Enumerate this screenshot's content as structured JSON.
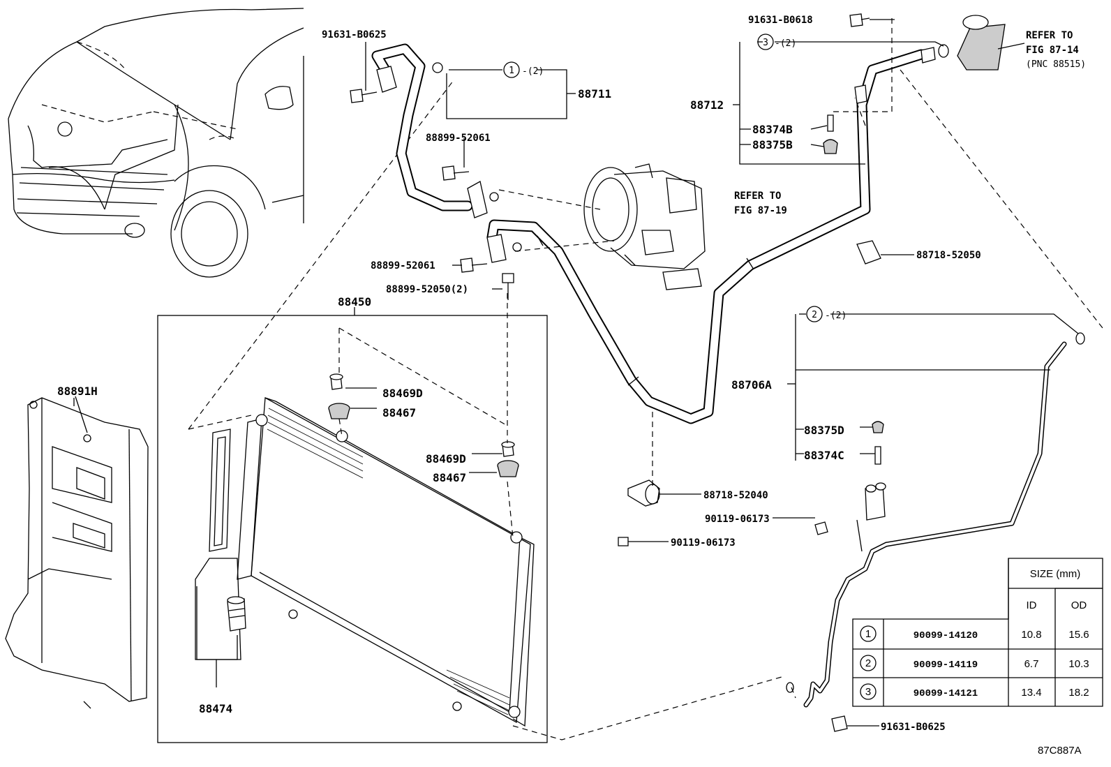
{
  "figure_code": "87C887A",
  "callouts": {
    "p91631_b0625_top": "91631-B0625",
    "p91631_b0618": "91631-B0618",
    "p88711": "88711",
    "p88712": "88712",
    "p88899_52061_a": "88899-52061",
    "p88899_52061_b": "88899-52061",
    "p88899_52050": "88899-52050(2)",
    "p88374b": "88374B",
    "p88375b": "88375B",
    "p88718_52050": "88718-52050",
    "p88450": "88450",
    "p88891h": "88891H",
    "p88469d_a": "88469D",
    "p88467_a": "88467",
    "p88469d_b": "88469D",
    "p88467_b": "88467",
    "p88706a": "88706A",
    "p88375d": "88375D",
    "p88374c": "88374C",
    "p88718_52040": "88718-52040",
    "p90119_06173_a": "90119-06173",
    "p90119_06173_b": "90119-06173",
    "p88474": "88474",
    "p91631_b0625_bottom": "91631-B0625"
  },
  "oring_refs": [
    {
      "num": "1",
      "qty": "-(2)"
    },
    {
      "num": "2",
      "qty": "-(2)"
    },
    {
      "num": "3",
      "qty": "-(2)"
    }
  ],
  "references": {
    "compressor": {
      "line1": "REFER TO",
      "line2": "FIG 87-19"
    },
    "valve": {
      "line1": "REFER TO",
      "line2": "FIG 87-14",
      "line3": "(PNC 88515)"
    }
  },
  "size_table": {
    "title": "SIZE (mm)",
    "col_id": "ID",
    "col_od": "OD",
    "rows": [
      {
        "ref": "1",
        "part": "90099-14120",
        "id": "10.8",
        "od": "15.6"
      },
      {
        "ref": "2",
        "part": "90099-14119",
        "id": "6.7",
        "od": "10.3"
      },
      {
        "ref": "3",
        "part": "90099-14121",
        "id": "13.4",
        "od": "18.2"
      }
    ]
  }
}
